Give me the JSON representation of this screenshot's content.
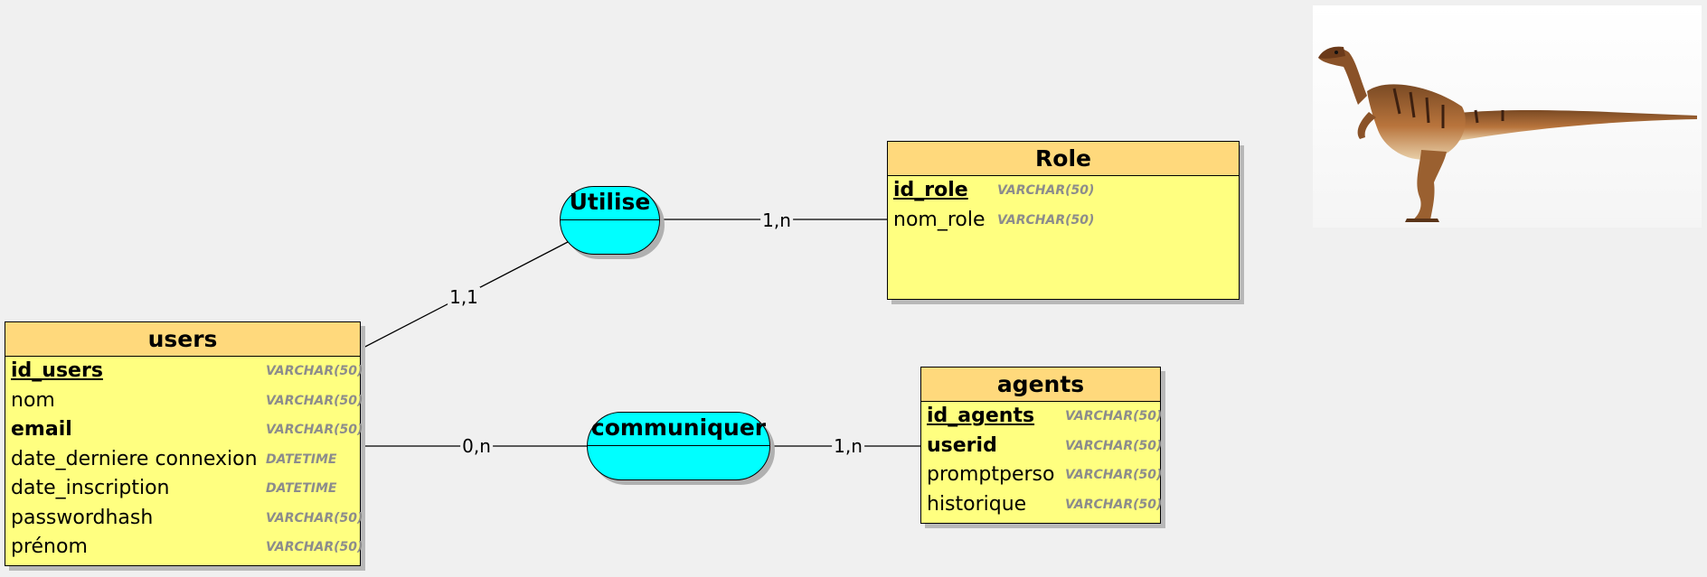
{
  "associations": [
    {
      "id": "utilise",
      "name": "Utilise"
    },
    {
      "id": "communiquer",
      "name": "communiquer"
    }
  ],
  "cardinalities": {
    "users_utilise": "1,1",
    "utilise_role": "1,n",
    "users_communiquer": "0,n",
    "communiquer_agents": "1,n"
  },
  "entities": {
    "users": {
      "name": "users",
      "attributes": [
        {
          "name": "id_users",
          "type": "VARCHAR(50)"
        },
        {
          "name": "nom",
          "type": "VARCHAR(50)"
        },
        {
          "name": "email",
          "type": "VARCHAR(50)"
        },
        {
          "name": "date_derniere connexion",
          "type": "DATETIME"
        },
        {
          "name": "date_inscription",
          "type": "DATETIME"
        },
        {
          "name": "passwordhash",
          "type": "VARCHAR(50)"
        },
        {
          "name": "prénom",
          "type": "VARCHAR(50)"
        }
      ]
    },
    "role": {
      "name": "Role",
      "attributes": [
        {
          "name": "id_role",
          "type": "VARCHAR(50)"
        },
        {
          "name": "nom_role",
          "type": "VARCHAR(50)"
        }
      ]
    },
    "agents": {
      "name": "agents",
      "attributes": [
        {
          "name": "id_agents",
          "type": "VARCHAR(50)"
        },
        {
          "name": "userid",
          "type": "VARCHAR(50)"
        },
        {
          "name": "promptperso",
          "type": "VARCHAR(50)"
        },
        {
          "name": "historique",
          "type": "VARCHAR(50)"
        }
      ]
    }
  },
  "colors": {
    "entity_header": "#ffd97c",
    "entity_body": "#ffff80",
    "association": "#00ffff",
    "background": "#f0f0f0"
  },
  "icons": {
    "illustration": "velociraptor-illustration"
  }
}
